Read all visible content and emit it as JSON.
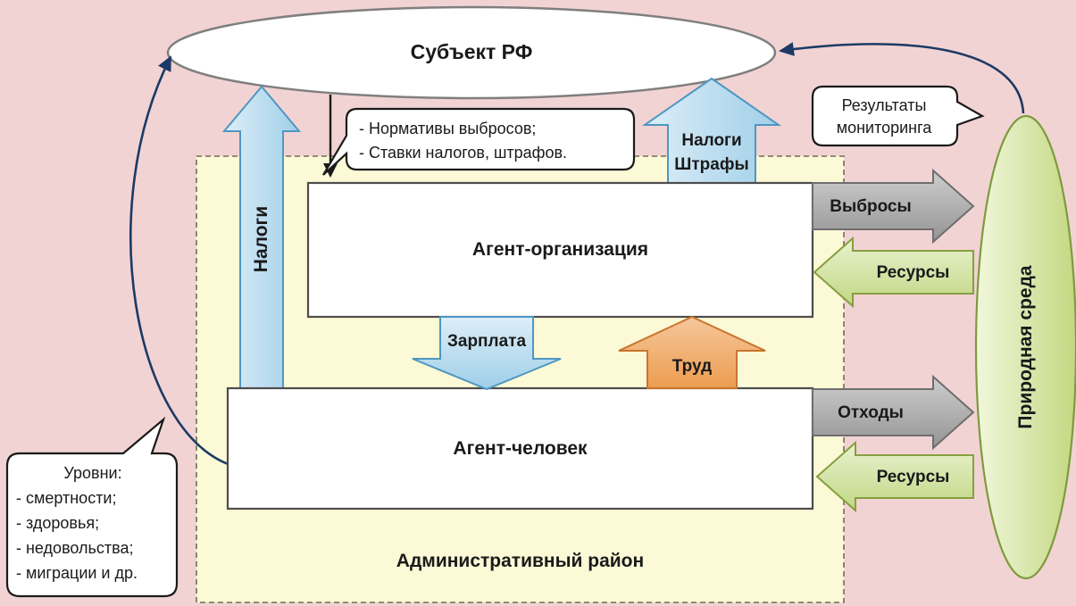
{
  "nodes": {
    "subject_rf": "Субъект РФ",
    "admin_district": "Административный район",
    "agent_org": "Агент-организация",
    "agent_human": "Агент-человек",
    "environment": "Природная среда"
  },
  "flows": {
    "taxes_vertical": "Налоги",
    "taxes_to_subject_line1": "Налоги",
    "taxes_to_subject_line2": "Штрафы",
    "salary": "Зарплата",
    "labor": "Труд",
    "emissions": "Выбросы",
    "resources_to_org": "Ресурсы",
    "waste": "Отходы",
    "resources_to_human": "Ресурсы"
  },
  "callouts": {
    "norms": {
      "lines": [
        "- Нормативы выбросов;",
        "- Ставки налогов, штрафов."
      ]
    },
    "monitoring": {
      "lines": [
        "Результаты",
        "мониторинга"
      ]
    },
    "levels": {
      "title": "Уровни:",
      "items": [
        "- смертности;",
        "- здоровья;",
        "- недовольства;",
        "- миграции и др."
      ]
    }
  },
  "colors": {
    "background": "#f2d3d3",
    "district_fill": "#fcf9d6",
    "blue_arrow": "#bfe0f2",
    "gray_arrow": "#b3b3b3",
    "green_arrow": "#d3e4a0",
    "orange_arrow": "#f0a968",
    "environment_fill": "#d8e6a0",
    "connector_navy": "#1c3a66"
  }
}
